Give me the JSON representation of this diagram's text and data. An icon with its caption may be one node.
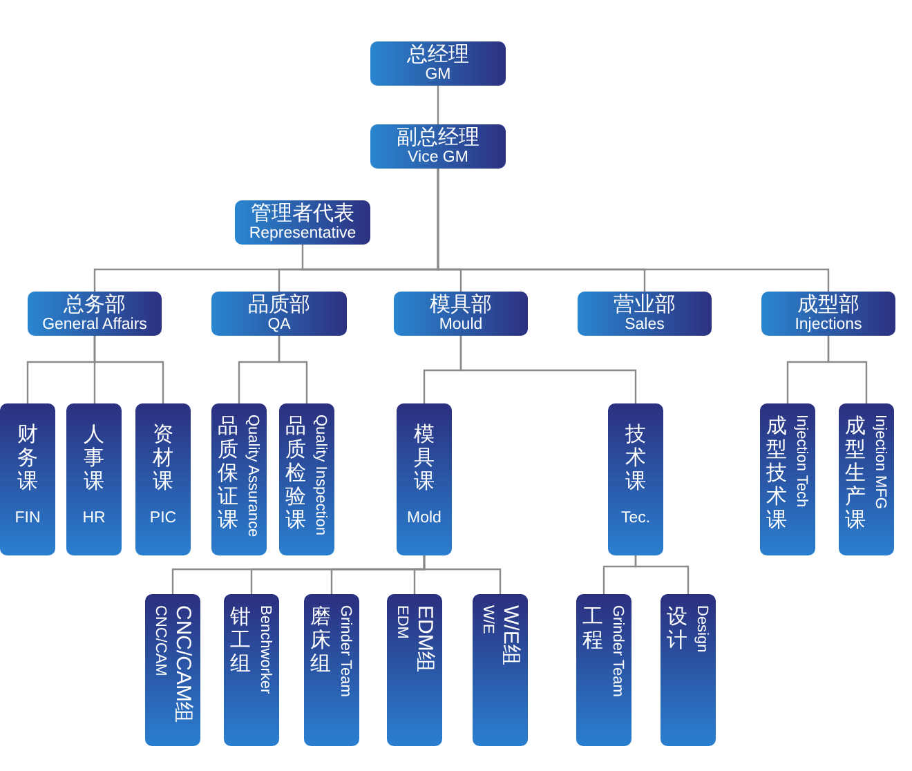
{
  "diagram": {
    "nodes": [
      {
        "text": [
          "总经理",
          "GM"
        ]
      },
      {
        "text": [
          "副总经理",
          "Vice GM"
        ]
      },
      {
        "text": [
          "管理者代表",
          "Representative"
        ]
      },
      {
        "text": [
          "总务部",
          "General Affairs"
        ]
      },
      {
        "text": [
          "品质部",
          "QA"
        ]
      },
      {
        "text": [
          "模具部",
          "Mould"
        ]
      },
      {
        "text": [
          "营业部",
          "Sales"
        ]
      },
      {
        "text": [
          "成型部",
          "Injections"
        ]
      },
      {
        "text": [
          "财务课",
          "FIN"
        ]
      },
      {
        "text": [
          "人事课",
          "HR"
        ]
      },
      {
        "text": [
          "资材课",
          "PIC"
        ]
      },
      {
        "text": [
          "品质保证课",
          "Quality Assurance"
        ]
      },
      {
        "text": [
          "品质检验课",
          "Quality Inspection"
        ]
      },
      {
        "text": [
          "模具课",
          "Mold"
        ]
      },
      {
        "text": [
          "技术课",
          "Tec."
        ]
      },
      {
        "text": [
          "成型技术课",
          "Injection Tech"
        ]
      },
      {
        "text": [
          "成型生产课",
          "Injection MFG"
        ]
      },
      {
        "text": [
          "CNC/CAM",
          "CNC/CAM组"
        ]
      },
      {
        "text": [
          "钳工组",
          "Benchworker"
        ]
      },
      {
        "text": [
          "磨床组",
          "Grinder Team"
        ]
      },
      {
        "text": [
          "EDM",
          "EDM组"
        ]
      },
      {
        "text": [
          "W/E",
          "W/E组"
        ]
      },
      {
        "text": [
          "工程",
          "Grinder Team"
        ]
      },
      {
        "text": [
          "设计",
          "Design"
        ]
      }
    ],
    "edges": [
      {
        "from": 0,
        "to": 1,
        "arrow": "none"
      },
      {
        "from": 1,
        "to": 2,
        "arrow": "none"
      },
      {
        "from": 1,
        "to": 3,
        "arrow": "none"
      },
      {
        "from": 1,
        "to": 4,
        "arrow": "none"
      },
      {
        "from": 1,
        "to": 5,
        "arrow": "none"
      },
      {
        "from": 1,
        "to": 6,
        "arrow": "none"
      },
      {
        "from": 1,
        "to": 7,
        "arrow": "none"
      },
      {
        "from": 3,
        "to": 8,
        "arrow": "none"
      },
      {
        "from": 3,
        "to": 9,
        "arrow": "none"
      },
      {
        "from": 3,
        "to": 10,
        "arrow": "none"
      },
      {
        "from": 4,
        "to": 11,
        "arrow": "none"
      },
      {
        "from": 4,
        "to": 12,
        "arrow": "none"
      },
      {
        "from": 5,
        "to": 13,
        "arrow": "none"
      },
      {
        "from": 5,
        "to": 14,
        "arrow": "none"
      },
      {
        "from": 7,
        "to": 15,
        "arrow": "none"
      },
      {
        "from": 7,
        "to": 16,
        "arrow": "none"
      },
      {
        "from": 13,
        "to": 17,
        "arrow": "none"
      },
      {
        "from": 13,
        "to": 18,
        "arrow": "none"
      },
      {
        "from": 13,
        "to": 19,
        "arrow": "none"
      },
      {
        "from": 13,
        "to": 20,
        "arrow": "none"
      },
      {
        "from": 13,
        "to": 21,
        "arrow": "none"
      },
      {
        "from": 14,
        "to": 22,
        "arrow": "none"
      },
      {
        "from": 14,
        "to": 23,
        "arrow": "none"
      }
    ]
  }
}
